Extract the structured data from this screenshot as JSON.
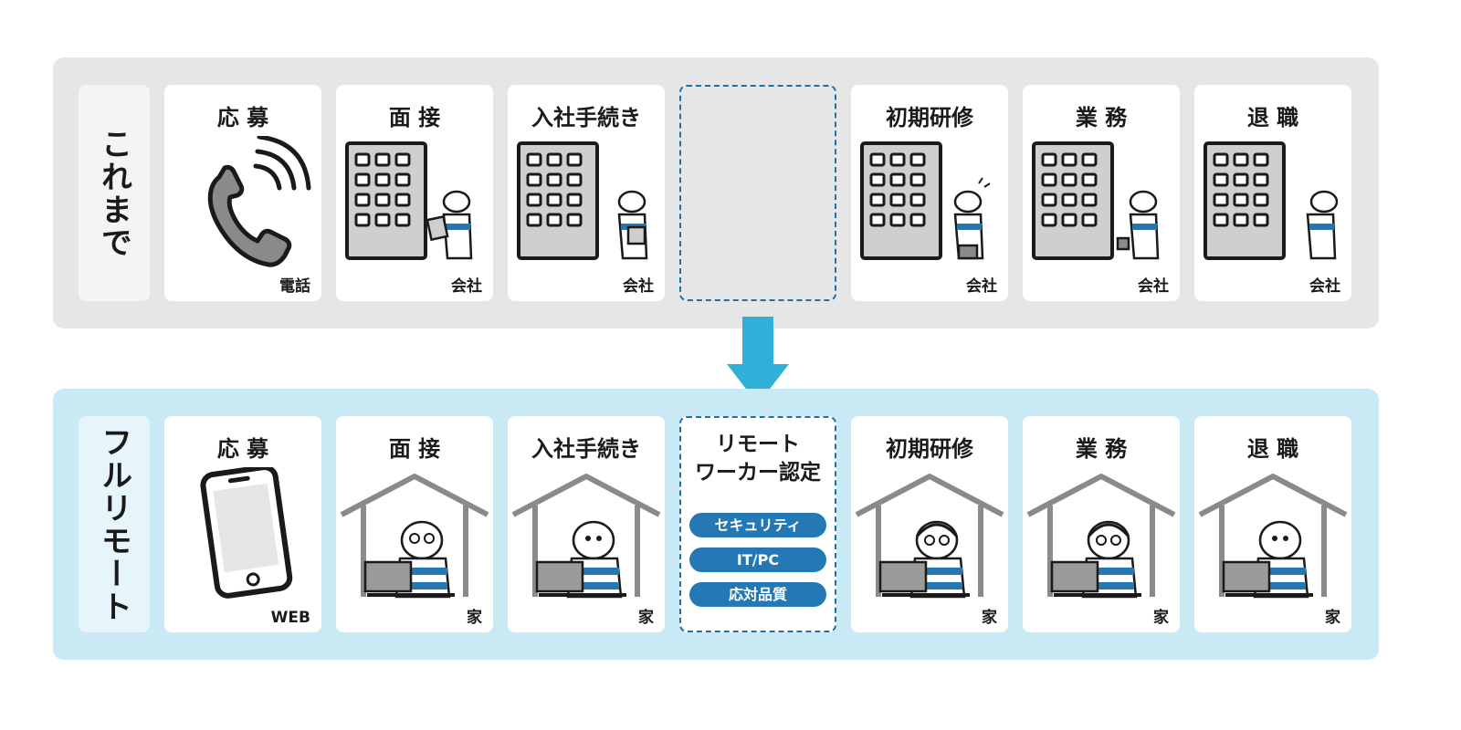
{
  "colors": {
    "before_panel": "#e6e6e6",
    "after_panel": "#c9e9f4",
    "dashed_border": "#1f6fa8",
    "pill": "#2479b4",
    "arrow": "#2fb0d8"
  },
  "before": {
    "label": "これまで",
    "cards": [
      {
        "title": "応 募",
        "place": "電話",
        "icon": "phone-icon"
      },
      {
        "title": "面 接",
        "place": "会社",
        "icon": "office-building-icon"
      },
      {
        "title": "入社手続き",
        "place": "会社",
        "icon": "office-building-icon"
      },
      {
        "title": "",
        "place": "",
        "icon": ""
      },
      {
        "title": "初期研修",
        "place": "会社",
        "icon": "office-building-icon"
      },
      {
        "title": "業 務",
        "place": "会社",
        "icon": "office-building-icon"
      },
      {
        "title": "退 職",
        "place": "会社",
        "icon": "office-building-icon"
      }
    ]
  },
  "after": {
    "label": "フルリモート",
    "cards": [
      {
        "title": "応 募",
        "place": "WEB",
        "icon": "smartphone-icon"
      },
      {
        "title": "面 接",
        "place": "家",
        "icon": "house-icon"
      },
      {
        "title": "入社手続き",
        "place": "家",
        "icon": "house-icon"
      },
      {
        "title": "リモート\nワーカー認定",
        "place": "",
        "icon": ""
      },
      {
        "title": "初期研修",
        "place": "家",
        "icon": "house-icon"
      },
      {
        "title": "業 務",
        "place": "家",
        "icon": "house-icon"
      },
      {
        "title": "退 職",
        "place": "家",
        "icon": "house-icon"
      }
    ],
    "certification_items": [
      "セキュリティ",
      "IT/PC",
      "応対品質"
    ]
  }
}
